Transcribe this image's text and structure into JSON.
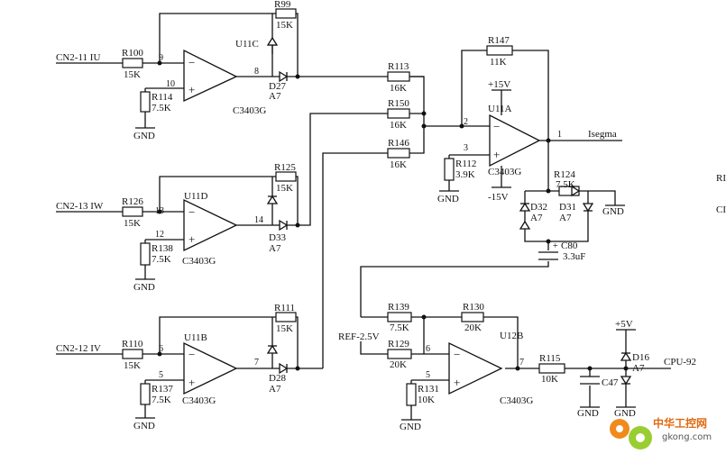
{
  "connectors": {
    "cn2_11": "CN2-11 IU",
    "cn2_13": "CN2-13 IW",
    "cn2_12": "CN2-12 IV",
    "ref": "REF-2.5V",
    "isegma": "Isegma",
    "cpu": "CPU-92",
    "edge_a": "RI",
    "edge_b": "CI"
  },
  "power": {
    "p15": "+15V",
    "m15": "-15V",
    "p5": "+5V",
    "gnd": "GND"
  },
  "opamps": {
    "u11c": {
      "ref": "U11C",
      "part": "C3403G",
      "pin_in_a": "9",
      "pin_in_b": "10",
      "pin_out": "8"
    },
    "u11d": {
      "ref": "U11D",
      "part": "C3403G",
      "pin_in_a": "13",
      "pin_in_b": "12",
      "pin_out": "14"
    },
    "u11b": {
      "ref": "U11B",
      "part": "C3403G",
      "pin_in_a": "6",
      "pin_in_b": "5",
      "pin_out": "7"
    },
    "u11a": {
      "ref": "U11A",
      "part": "C3403G",
      "pin_in_a": "2",
      "pin_in_b": "3",
      "pin_out": "1"
    },
    "u12b": {
      "ref": "U12B",
      "part": "C3403G",
      "pin_in_a": "6",
      "pin_in_b": "5",
      "pin_out": "7"
    }
  },
  "resistors": {
    "r99": {
      "ref": "R99",
      "value": "15K"
    },
    "r100": {
      "ref": "R100",
      "value": "15K"
    },
    "r114": {
      "ref": "R114",
      "value": "7.5K"
    },
    "r113": {
      "ref": "R113",
      "value": "16K"
    },
    "r150": {
      "ref": "R150",
      "value": "16K"
    },
    "r146": {
      "ref": "R146",
      "value": "16K"
    },
    "r147": {
      "ref": "R147",
      "value": "11K"
    },
    "r112": {
      "ref": "R112",
      "value": "3.9K"
    },
    "r124": {
      "ref": "R124",
      "value": "7.5K"
    },
    "r125": {
      "ref": "R125",
      "value": "15K"
    },
    "r126": {
      "ref": "R126",
      "value": "15K"
    },
    "r138": {
      "ref": "R138",
      "value": "7.5K"
    },
    "r111": {
      "ref": "R111",
      "value": "15K"
    },
    "r110": {
      "ref": "R110",
      "value": "15K"
    },
    "r137": {
      "ref": "R137",
      "value": "7.5K"
    },
    "r139": {
      "ref": "R139",
      "value": "7.5K"
    },
    "r130": {
      "ref": "R130",
      "value": "20K"
    },
    "r129": {
      "ref": "R129",
      "value": "20K"
    },
    "r131": {
      "ref": "R131",
      "value": "10K"
    },
    "r115": {
      "ref": "R115",
      "value": "10K"
    }
  },
  "diodes": {
    "d27": {
      "ref": "D27",
      "part": "A7"
    },
    "d33": {
      "ref": "D33",
      "part": "A7"
    },
    "d28": {
      "ref": "D28",
      "part": "A7"
    },
    "d32": {
      "ref": "D32",
      "part": "A7"
    },
    "d31": {
      "ref": "D31",
      "part": "A7"
    },
    "d16": {
      "ref": "D16",
      "part": "A7"
    }
  },
  "capacitors": {
    "c80": {
      "ref": "C80",
      "value": "3.3uF"
    },
    "c47": {
      "ref": "C47"
    }
  },
  "watermark": {
    "line1": "中华工控网",
    "line2": "gkong.com"
  }
}
